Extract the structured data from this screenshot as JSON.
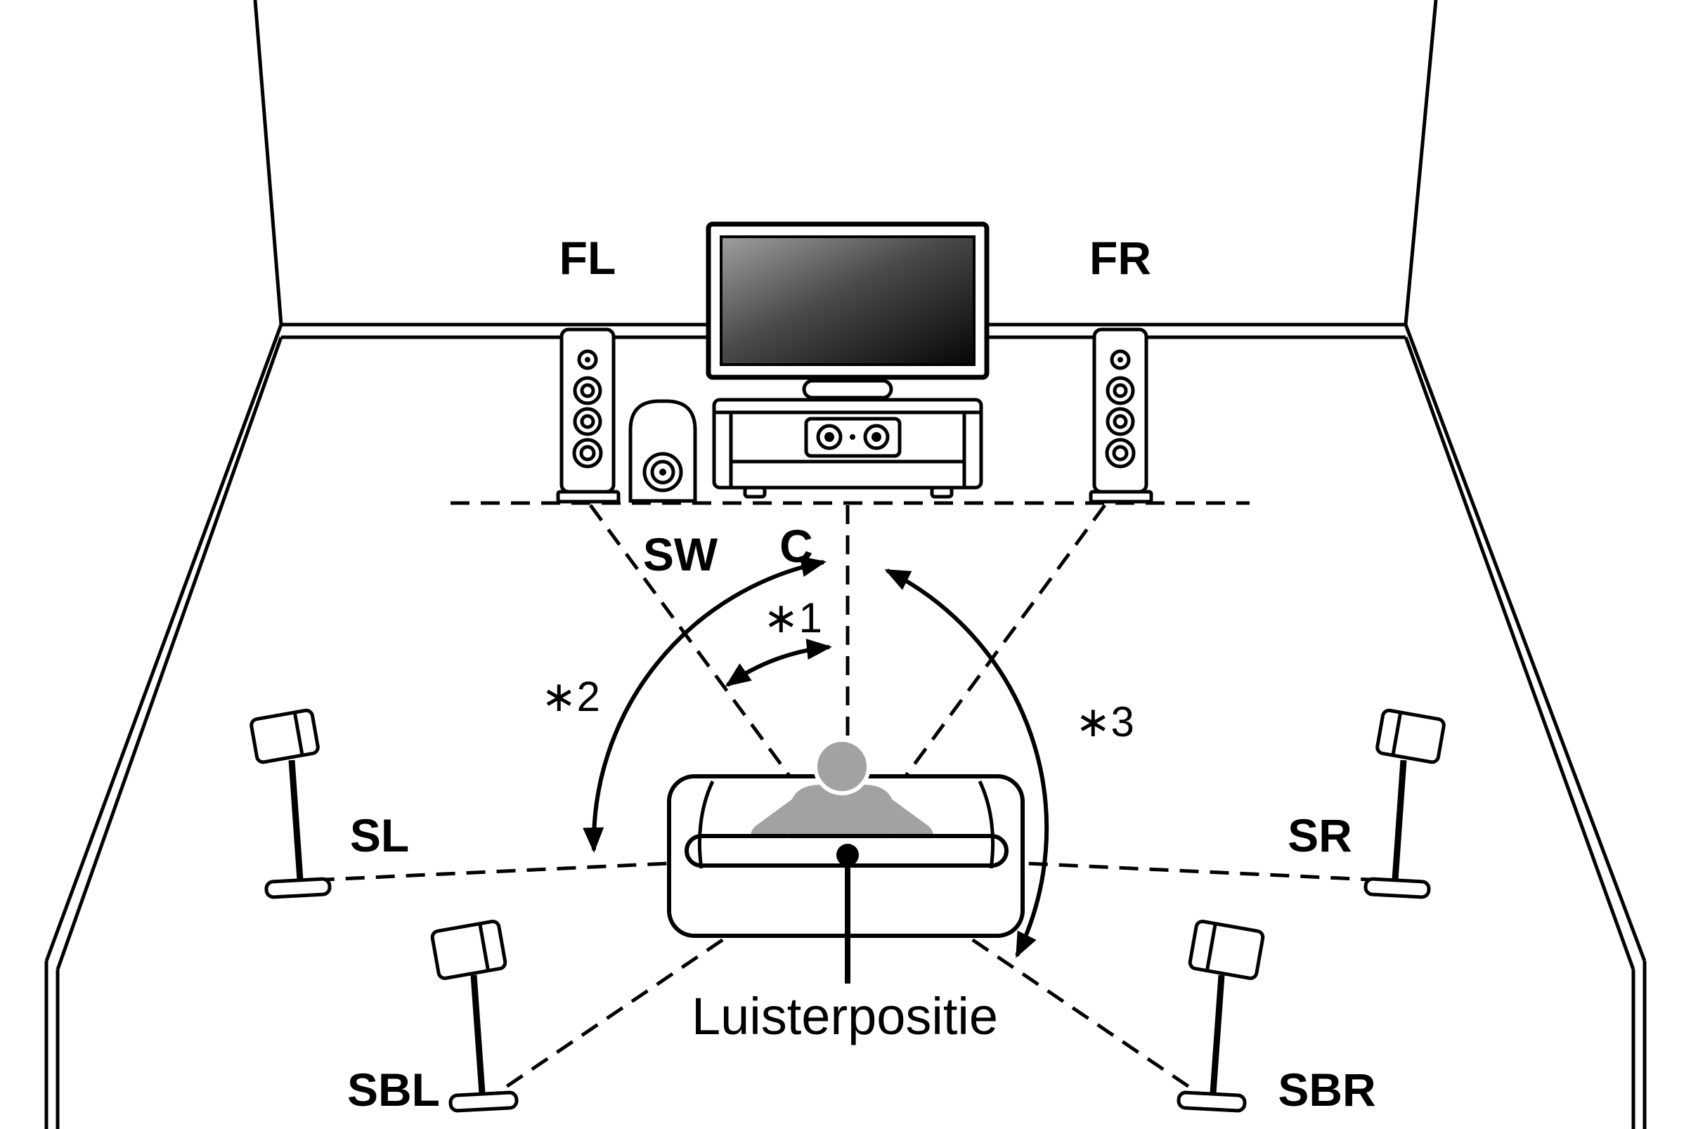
{
  "figure": {
    "type": "surround-speaker-placement-diagram",
    "labels": {
      "front_left": "FL",
      "front_right": "FR",
      "subwoofer": "SW",
      "center": "C",
      "surround_left": "SL",
      "surround_right": "SR",
      "surround_back_left": "SBL",
      "surround_back_right": "SBR",
      "note1": "∗1",
      "note2": "∗2",
      "note3": "∗3",
      "listening_position": "Luisterpositie"
    },
    "colors": {
      "line": "#000000",
      "background": "#ffffff",
      "person": "#a2a2a2",
      "screen_dark": "#0a0a0a"
    }
  }
}
